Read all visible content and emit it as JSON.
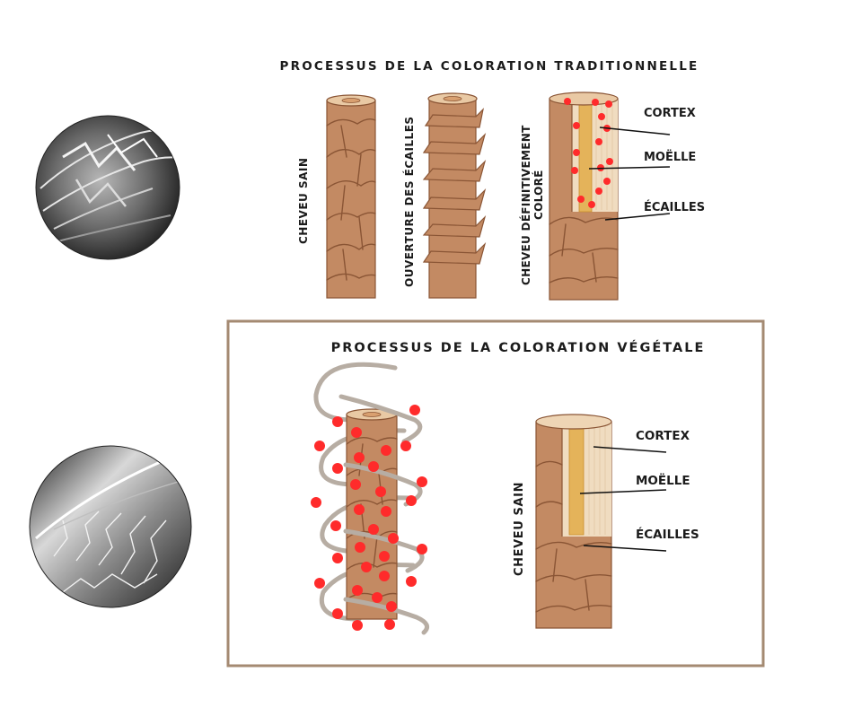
{
  "traditional": {
    "title": "PROCESSUS DE LA COLORATION TRADITIONNELLE",
    "stage_labels": [
      "CHEVEU SAIN",
      "OUVERTURE DES ÉCAILLES",
      "CHEVEU DÉFINITIVEMENT",
      "COLORÉ"
    ],
    "parts": {
      "cortex": "CORTEX",
      "moelle": "MOËLLE",
      "ecailles": "ÉCAILLES"
    }
  },
  "vegetal": {
    "title": "PROCESSUS DE LA COLORATION VÉGÉTALE",
    "stage_label": "CHEVEU SAIN",
    "parts": {
      "cortex": "CORTEX",
      "moelle": "MOËLLE",
      "ecailles": "ÉCAILLES"
    }
  },
  "colors": {
    "hair": "#c38a63",
    "pigment": "#ff2b2b",
    "frame": "#a48a72",
    "strand": "#b7ada3"
  }
}
